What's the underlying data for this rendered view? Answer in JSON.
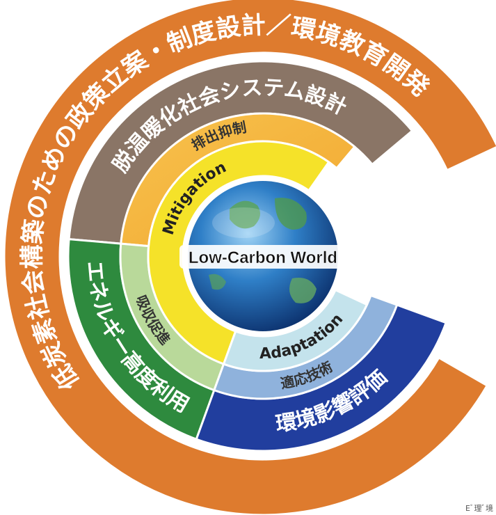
{
  "diagram": {
    "outer_ring": {
      "label": "低炭素社会構築のための政策立案・制度設計／環境教育開発",
      "color": "#de7b2e"
    },
    "ring2": [
      {
        "id": "design",
        "label": "脱温暖化社会システム設計",
        "color": "#8a7566"
      },
      {
        "id": "energy",
        "label": "エネルギー高度利用",
        "color": "#2e8a3e"
      },
      {
        "id": "impact",
        "label": "環境影響評価",
        "color": "#213e9e"
      }
    ],
    "ring3": [
      {
        "id": "emission",
        "label": "排出抑制",
        "color": "#f2b13b"
      },
      {
        "id": "absorb",
        "label": "吸収促進",
        "color": "#b9d99a"
      },
      {
        "id": "adapt",
        "label": "適応技術",
        "color": "#8fb2dc"
      }
    ],
    "ring4": [
      {
        "id": "mitigation",
        "label": "Mitigation",
        "color": "#f5e229"
      },
      {
        "id": "adaptation",
        "label": "Adaptation",
        "color": "#c4e3ec"
      }
    ],
    "center": {
      "label": "Low-Carbon World"
    },
    "corner_text": "Eﾞ理ﾞ境"
  }
}
